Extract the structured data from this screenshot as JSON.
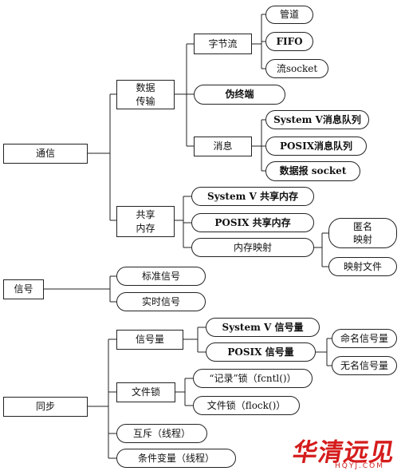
{
  "nodes": {
    "comm": "通信",
    "byte_msg": "数据\n传输",
    "byte_stream": "字节流",
    "pipe": "管道",
    "fifo": "FIFO",
    "stream_socket": "流socket",
    "pseudo_terminal": "伪终端",
    "message": "消息",
    "sysv_msgq": "System V消息队列",
    "posix_msgq": "POSIX消息队列",
    "datagram_socket": "数据报 socket",
    "shared_mem": "共享\n内存",
    "sysv_shm": "System V 共享内存",
    "posix_shm": "POSIX 共享内存",
    "mem_map": "内存映射",
    "anon_map": "匿名\n映射",
    "file_map": "映射文件",
    "signal": "信号",
    "std_signal": "标准信号",
    "rt_signal": "实时信号",
    "sync": "同步",
    "semaphore": "信号量",
    "sysv_sem": "System V 信号量",
    "posix_sem": "POSIX 信号量",
    "named_sem": "命名信号量",
    "unnamed_sem": "无名信号量",
    "file_lock": "文件锁",
    "record_lock": "“记录”锁（fcntl()）",
    "flock_lock": "文件锁（flock()）",
    "mutex": "互斥（线程）",
    "condvar": "条件变量（线程）"
  },
  "watermark": {
    "main": "华清远见",
    "sub": "HQYJ.COM"
  }
}
